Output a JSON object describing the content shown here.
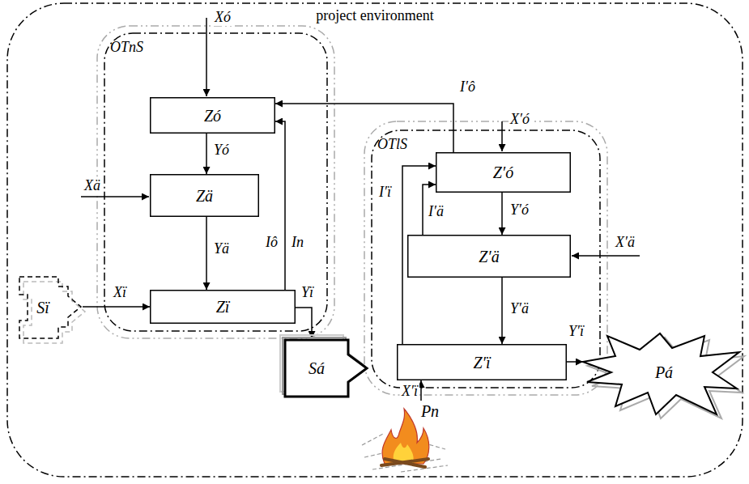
{
  "diagram": {
    "nodes": [
      {
        "text": [
          "project environment"
        ]
      },
      {
        "text": [
          "OTnS"
        ],
        "in": 0
      },
      {
        "text": [
          "Zó"
        ],
        "in": 1
      },
      {
        "text": [
          "Zä"
        ],
        "in": 1
      },
      {
        "text": [
          "Zï"
        ],
        "in": 1
      },
      {
        "text": [
          "OTlS"
        ],
        "in": 0
      },
      {
        "text": [
          "Z′ó"
        ],
        "in": 5
      },
      {
        "text": [
          "Z′ä"
        ],
        "in": 5
      },
      {
        "text": [
          "Z′ï"
        ],
        "in": 5
      },
      {
        "text": [
          "Sï"
        ],
        "in": 0
      },
      {
        "text": [
          "Sá"
        ],
        "in": 0
      },
      {
        "text": [
          "Pn"
        ],
        "in": 0
      },
      {
        "text": [
          "Pá"
        ],
        "in": 0
      }
    ],
    "edges": [
      {
        "from": 2,
        "to": 3,
        "arrow": "to",
        "label": "Yó"
      },
      {
        "from": 3,
        "to": 4,
        "arrow": "to",
        "label": "Yä"
      },
      {
        "from": 4,
        "to": 2,
        "arrow": "to",
        "label": "Iô"
      },
      {
        "from": 6,
        "to": 2,
        "arrow": "to",
        "label": "I′ô"
      },
      {
        "from": 9,
        "to": 4,
        "arrow": "to",
        "label": "Xï"
      },
      {
        "from": 4,
        "to": 10,
        "arrow": "to",
        "label": "Yï"
      },
      {
        "from": 6,
        "to": 7,
        "arrow": "to",
        "label": "Y′ó"
      },
      {
        "from": 7,
        "to": 8,
        "arrow": "to",
        "label": "Y′ä"
      },
      {
        "from": 8,
        "to": 6,
        "arrow": "to",
        "label": "I′ï"
      },
      {
        "from": 7,
        "to": 6,
        "arrow": "to",
        "label": "I′ä"
      },
      {
        "from": 11,
        "to": 8,
        "arrow": "to",
        "label": "X′ï"
      },
      {
        "from": 8,
        "to": 12,
        "arrow": "to",
        "label": "Y′ï"
      }
    ],
    "labels": [
      "Xó",
      "Xä",
      "X′ó",
      "X′ä",
      "In"
    ]
  }
}
